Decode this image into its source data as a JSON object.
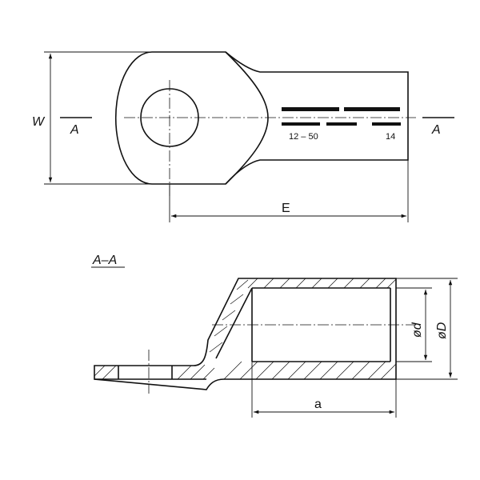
{
  "top_view": {
    "section_marker_left": "A",
    "section_marker_right": "A",
    "width_label": "W",
    "length_label": "E",
    "marking_left": "12 – 50",
    "marking_right": "14"
  },
  "section_view": {
    "title": "A–A",
    "inner_diameter_label": "ød",
    "outer_diameter_label": "øD",
    "barrel_length_label": "a"
  }
}
